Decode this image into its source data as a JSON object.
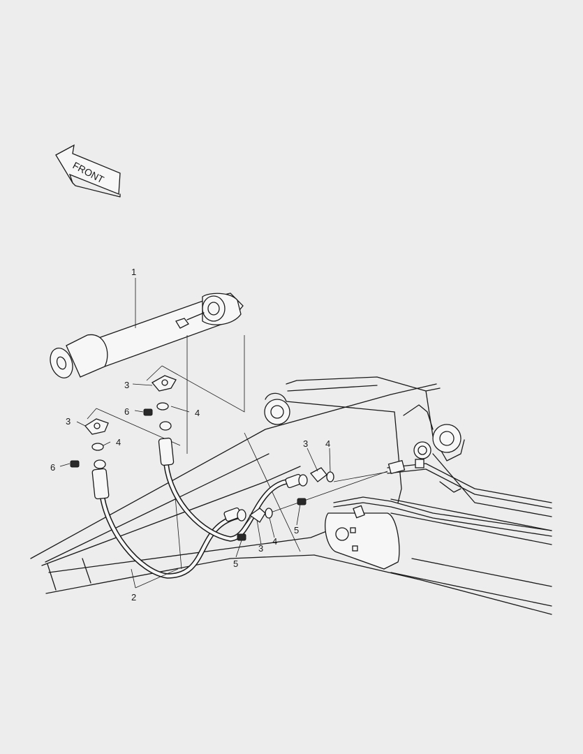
{
  "front_arrow": {
    "text": "FRONT"
  },
  "callouts": [
    {
      "id": "c1",
      "text": "1"
    },
    {
      "id": "c2",
      "text": "2"
    },
    {
      "id": "c3a",
      "text": "3"
    },
    {
      "id": "c3b",
      "text": "3"
    },
    {
      "id": "c3c",
      "text": "3"
    },
    {
      "id": "c3d",
      "text": "3"
    },
    {
      "id": "c4a",
      "text": "4"
    },
    {
      "id": "c4b",
      "text": "4"
    },
    {
      "id": "c4c",
      "text": "4"
    },
    {
      "id": "c4d",
      "text": "4"
    },
    {
      "id": "c5a",
      "text": "5"
    },
    {
      "id": "c5b",
      "text": "5"
    },
    {
      "id": "c6a",
      "text": "6"
    },
    {
      "id": "c6b",
      "text": "6"
    }
  ]
}
